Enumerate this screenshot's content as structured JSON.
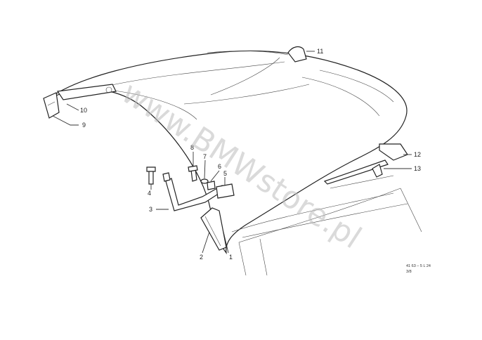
{
  "callouts": [
    {
      "id": "c1",
      "text": "1"
    },
    {
      "id": "c2",
      "text": "2"
    },
    {
      "id": "c3",
      "text": "3"
    },
    {
      "id": "c4",
      "text": "4"
    },
    {
      "id": "c5",
      "text": "5"
    },
    {
      "id": "c6",
      "text": "6"
    },
    {
      "id": "c7",
      "text": "7"
    },
    {
      "id": "c8",
      "text": "8"
    },
    {
      "id": "c9",
      "text": "9"
    },
    {
      "id": "c10",
      "text": "10"
    },
    {
      "id": "c11",
      "text": "11"
    },
    {
      "id": "c12",
      "text": "12"
    },
    {
      "id": "c13",
      "text": "13"
    }
  ],
  "diagram_code_line1": "41 63 – 5 L 24",
  "diagram_code_line2": "3/8",
  "watermark": "www.BMWstore.pl"
}
